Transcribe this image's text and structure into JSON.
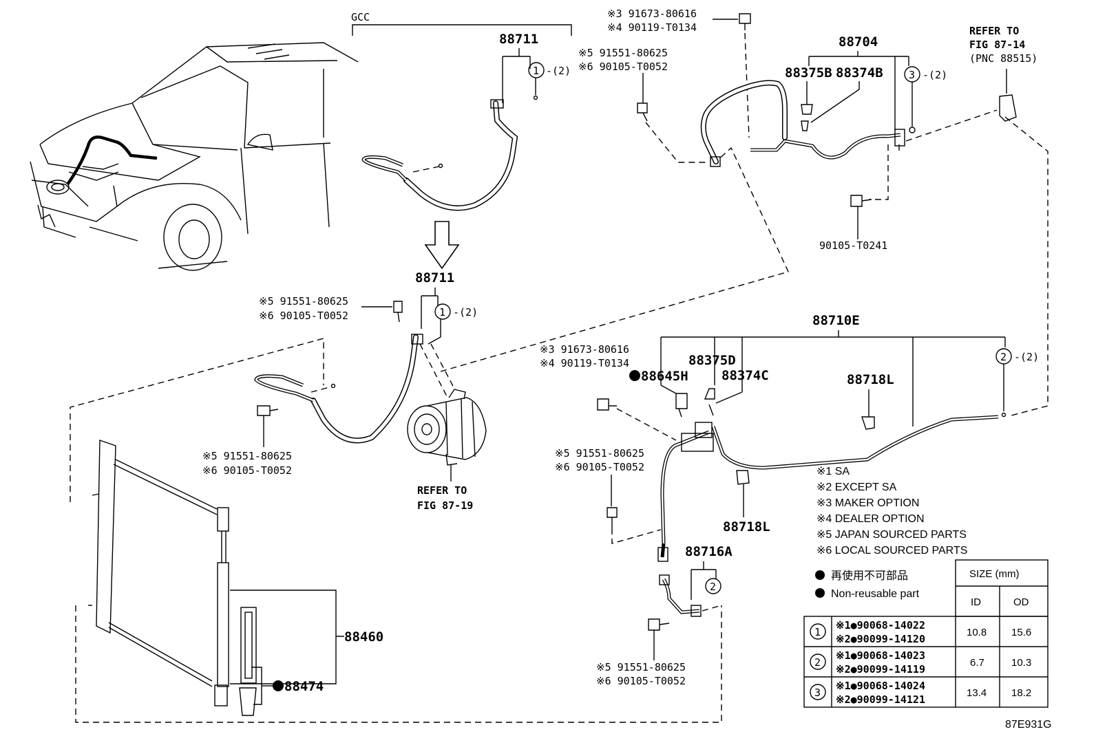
{
  "labels": {
    "gcc": "GCC",
    "p88711_top": "88711",
    "p88711_mid": "88711",
    "p88704": "88704",
    "p88375B": "88375B",
    "p88374B": "88374B",
    "p88710E": "88710E",
    "p88375D": "88375D",
    "p88374C": "88374C",
    "p88645H": "88645H",
    "p88718L_a": "88718L",
    "p88718L_b": "88718L",
    "p88716A": "88716A",
    "p88460": "88460",
    "p88474": "88474",
    "p90105_T0241": "90105-T0241",
    "refer_a_1": "REFER TO",
    "refer_a_2": "FIG 87-14",
    "refer_a_3": "(PNC 88515)",
    "refer_b_1": "REFER TO",
    "refer_b_2": "FIG 87-19",
    "figure_id": "87E931G",
    "qty2": "-(2)",
    "circ1": "1",
    "circ2": "2",
    "circ3": "3"
  },
  "callouts": {
    "c1_a": "※3 91673-80616",
    "c1_b": "※4 90119-T0134",
    "c2_a": "※5 91551-80625",
    "c2_b": "※6 90105-T0052",
    "c3_a": "※5 91551-80625",
    "c3_b": "※6 90105-T0052",
    "c4_a": "※5 91551-80625",
    "c4_b": "※6 90105-T0052",
    "c5_a": "※3 91673-80616",
    "c5_b": "※4 90119-T0134",
    "c6_a": "※5 91551-80625",
    "c6_b": "※6 90105-T0052",
    "c7_a": "※5 91551-80625",
    "c7_b": "※6 90105-T0052"
  },
  "legend": [
    "※1 SA",
    "※2 EXCEPT SA",
    "※3 MAKER OPTION",
    "※4 DEALER OPTION",
    "※5 JAPAN SOURCED PARTS",
    "※6 LOCAL SOURCED PARTS"
  ],
  "nonreusable": {
    "jp": "再使用不可部品",
    "en": "Non-reusable part"
  },
  "table": {
    "size_header": "SIZE (mm)",
    "id_header": "ID",
    "od_header": "OD",
    "rows": [
      {
        "key": "1",
        "pn1": "※1●90068-14022",
        "pn2": "※2●90099-14120",
        "id": "10.8",
        "od": "15.6"
      },
      {
        "key": "2",
        "pn1": "※1●90068-14023",
        "pn2": "※2●90099-14119",
        "id": "6.7",
        "od": "10.3"
      },
      {
        "key": "3",
        "pn1": "※1●90068-14024",
        "pn2": "※2●90099-14121",
        "id": "13.4",
        "od": "18.2"
      }
    ]
  }
}
